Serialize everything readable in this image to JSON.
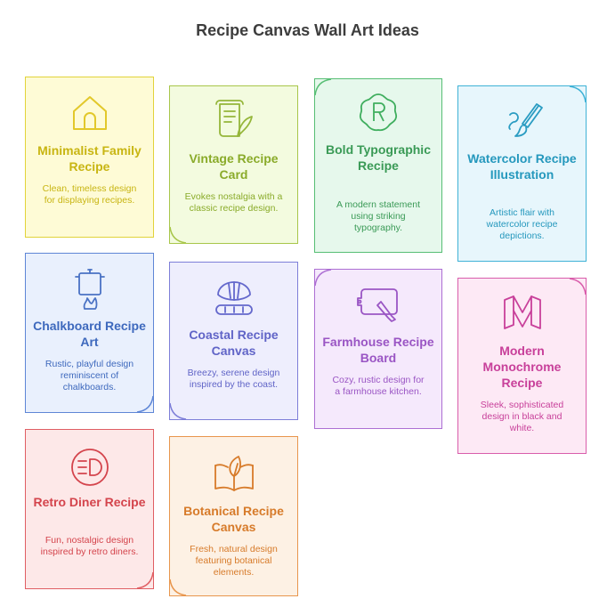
{
  "title": "Recipe Canvas Wall Art Ideas",
  "cards": [
    {
      "title": "Minimalist Family Recipe",
      "desc": "Clean, timeless design for displaying recipes.",
      "icon": "house-icon",
      "fill": "#fefbd6",
      "stroke": "#e2d33a",
      "text": "#c8b512"
    },
    {
      "title": "Vintage Recipe Card",
      "desc": "Evokes nostalgia with a classic recipe design.",
      "icon": "scroll-quill-icon",
      "fill": "#f3fbdf",
      "stroke": "#a8c64a",
      "text": "#8aab2a"
    },
    {
      "title": "Bold Typographic Recipe",
      "desc": "A modern statement using striking typography.",
      "icon": "letter-r-badge-icon",
      "fill": "#e6f8ec",
      "stroke": "#57be74",
      "text": "#3a9a56"
    },
    {
      "title": "Watercolor Recipe Illustration",
      "desc": "Artistic flair with watercolor recipe depictions.",
      "icon": "paintbrush-icon",
      "fill": "#e7f6fc",
      "stroke": "#3fb2d6",
      "text": "#2598bd"
    },
    {
      "title": "Chalkboard Recipe Art",
      "desc": "Rustic, playful design reminiscent of chalkboards.",
      "icon": "cooking-pot-icon",
      "fill": "#e9f0fd",
      "stroke": "#5e86d6",
      "text": "#3e69bd"
    },
    {
      "title": "Coastal Recipe Canvas",
      "desc": "Breezy, serene design inspired by the coast.",
      "icon": "croissant-icon",
      "fill": "#eeeefd",
      "stroke": "#7d7ed8",
      "text": "#6064c7"
    },
    {
      "title": "Farmhouse Recipe Board",
      "desc": "Cozy, rustic design for a farmhouse kitchen.",
      "icon": "cutting-board-icon",
      "fill": "#f5e9fc",
      "stroke": "#ad6fd3",
      "text": "#9a55c4"
    },
    {
      "title": "Modern Monochrome Recipe",
      "desc": "Sleek, sophisticated design in black and white.",
      "icon": "monochrome-m-icon",
      "fill": "#fde9f5",
      "stroke": "#d95dab",
      "text": "#c8409a"
    },
    {
      "title": "Retro Diner Recipe",
      "desc": "Fun, nostalgic design inspired by retro diners.",
      "icon": "headlight-icon",
      "fill": "#fde8e8",
      "stroke": "#e05e63",
      "text": "#d4444c"
    },
    {
      "title": "Botanical Recipe Canvas",
      "desc": "Fresh, natural design featuring botanical elements.",
      "icon": "leaf-book-icon",
      "fill": "#fdf1e4",
      "stroke": "#e8964d",
      "text": "#d77b2a"
    }
  ]
}
